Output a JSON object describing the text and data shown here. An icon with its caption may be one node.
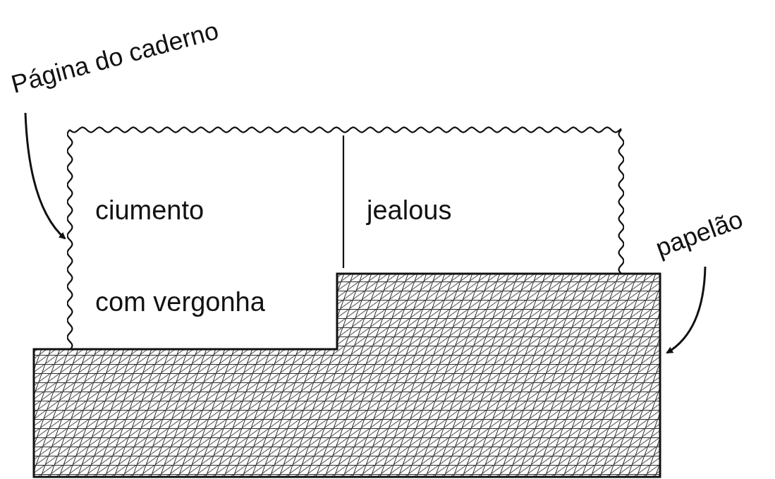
{
  "diagram": {
    "nodes": [
      {
        "text": [
          "Página do caderno"
        ]
      },
      {
        "text": [
          "ciumento",
          "jealous",
          "com vergonha"
        ]
      },
      {
        "text": [
          "papelão"
        ]
      },
      {
        "text": [],
        "shape": "box"
      }
    ],
    "edges": [
      {
        "from": 0,
        "to": 1,
        "arrow": "to"
      },
      {
        "from": 2,
        "to": 3,
        "arrow": "to"
      }
    ]
  }
}
